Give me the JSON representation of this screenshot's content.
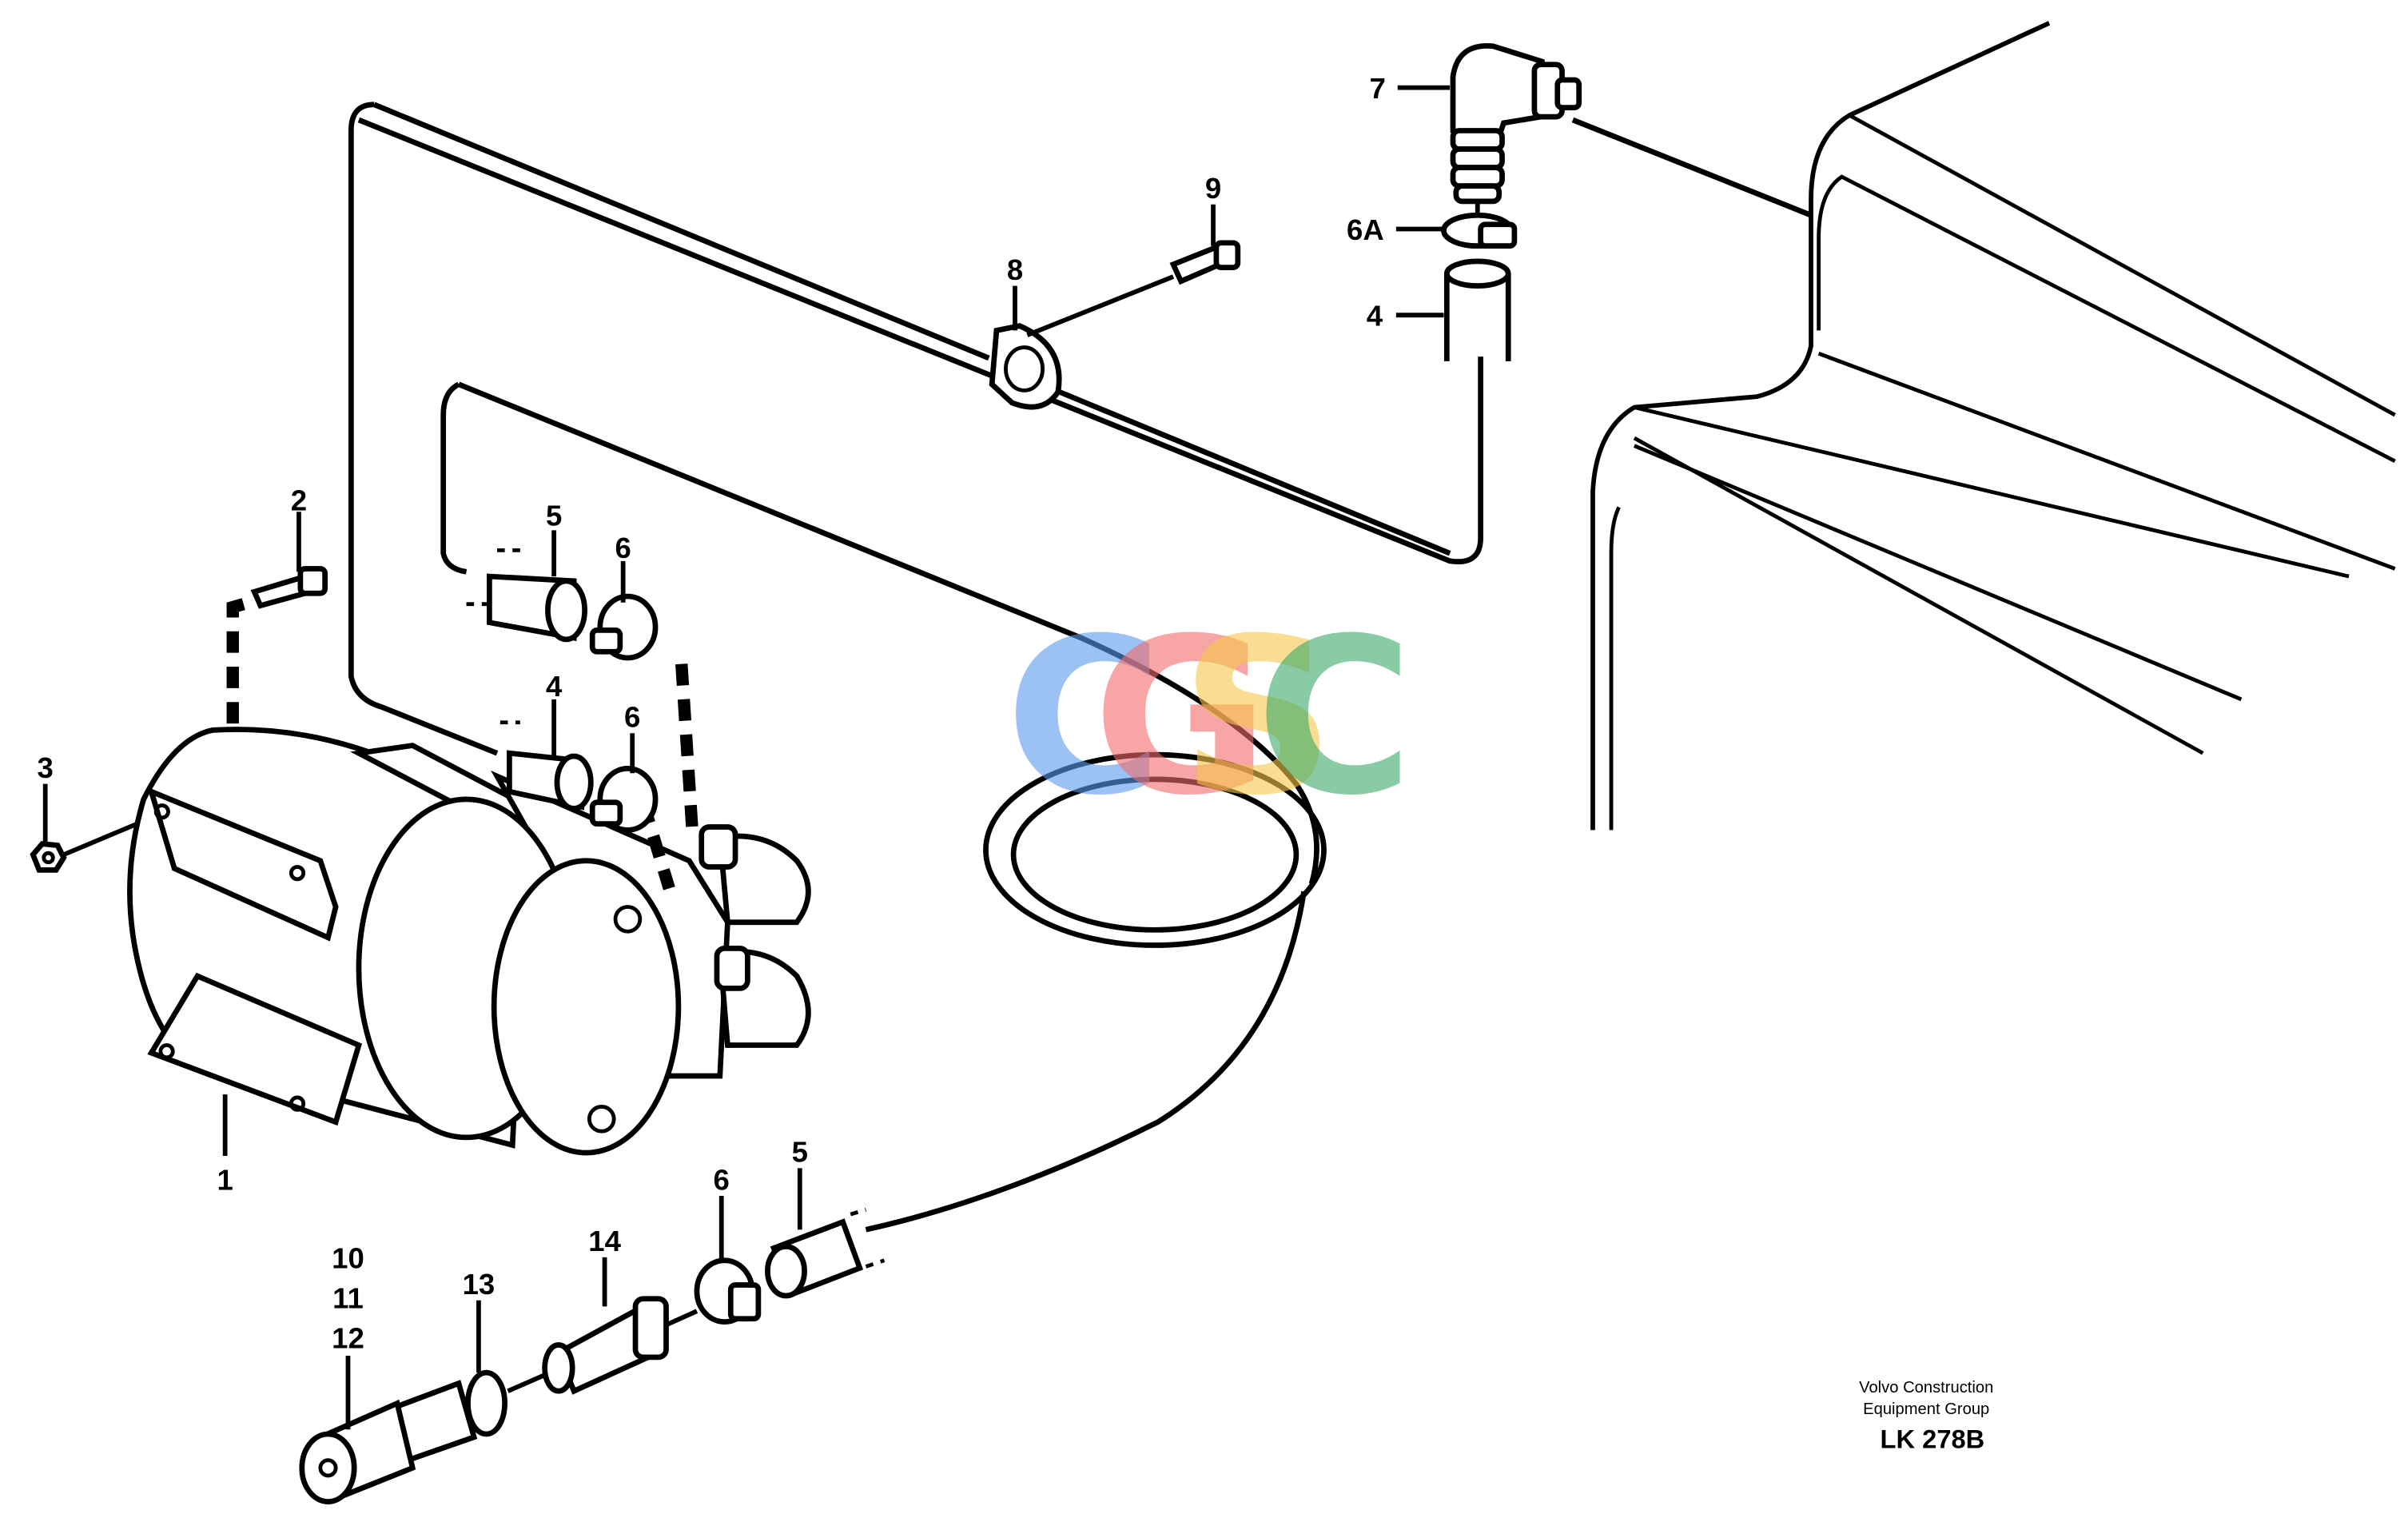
{
  "callouts": {
    "c1": "1",
    "c2": "2",
    "c3": "3",
    "c4a": "4",
    "c4b": "4",
    "c5a": "5",
    "c5b": "5",
    "c6a": "6",
    "c6b": "6",
    "c6c": "6",
    "c6A": "6A",
    "c7": "7",
    "c8": "8",
    "c9": "9",
    "c10": "10",
    "c11": "11",
    "c12": "12",
    "c13": "13",
    "c14": "14"
  },
  "footer": {
    "line1": "Volvo Construction",
    "line2": "Equipment Group",
    "code": "LK 278B"
  },
  "watermark": {
    "letters": [
      "C",
      "G",
      "S",
      "C"
    ],
    "colors": [
      "#5b9bf0",
      "#f26b6b",
      "#f5c84b",
      "#3aaa6a"
    ]
  }
}
